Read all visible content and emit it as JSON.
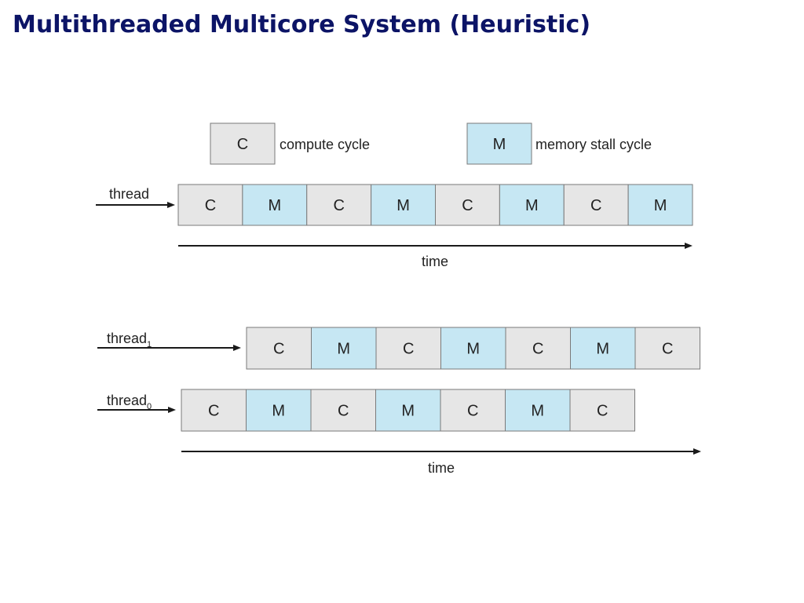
{
  "title": "Multithreaded Multicore System (Heuristic)",
  "colors": {
    "compute": "#e6e6e6",
    "memory": "#c6e7f3",
    "border": "#7a7a7a",
    "arrow": "#1a1a1a",
    "title": "#0c1466"
  },
  "legend": {
    "compute": {
      "symbol": "C",
      "label": "compute cycle"
    },
    "memory": {
      "symbol": "M",
      "label": "memory stall cycle"
    }
  },
  "single": {
    "label": "thread",
    "cycles": [
      "C",
      "M",
      "C",
      "M",
      "C",
      "M",
      "C",
      "M"
    ],
    "time_label": "time"
  },
  "multi": {
    "threads": [
      {
        "label": "thread",
        "subscript": "1",
        "cycles": [
          "C",
          "M",
          "C",
          "M",
          "C",
          "M",
          "C"
        ]
      },
      {
        "label": "thread",
        "subscript": "0",
        "cycles": [
          "C",
          "M",
          "C",
          "M",
          "C",
          "M",
          "C"
        ]
      }
    ],
    "time_label": "time"
  }
}
